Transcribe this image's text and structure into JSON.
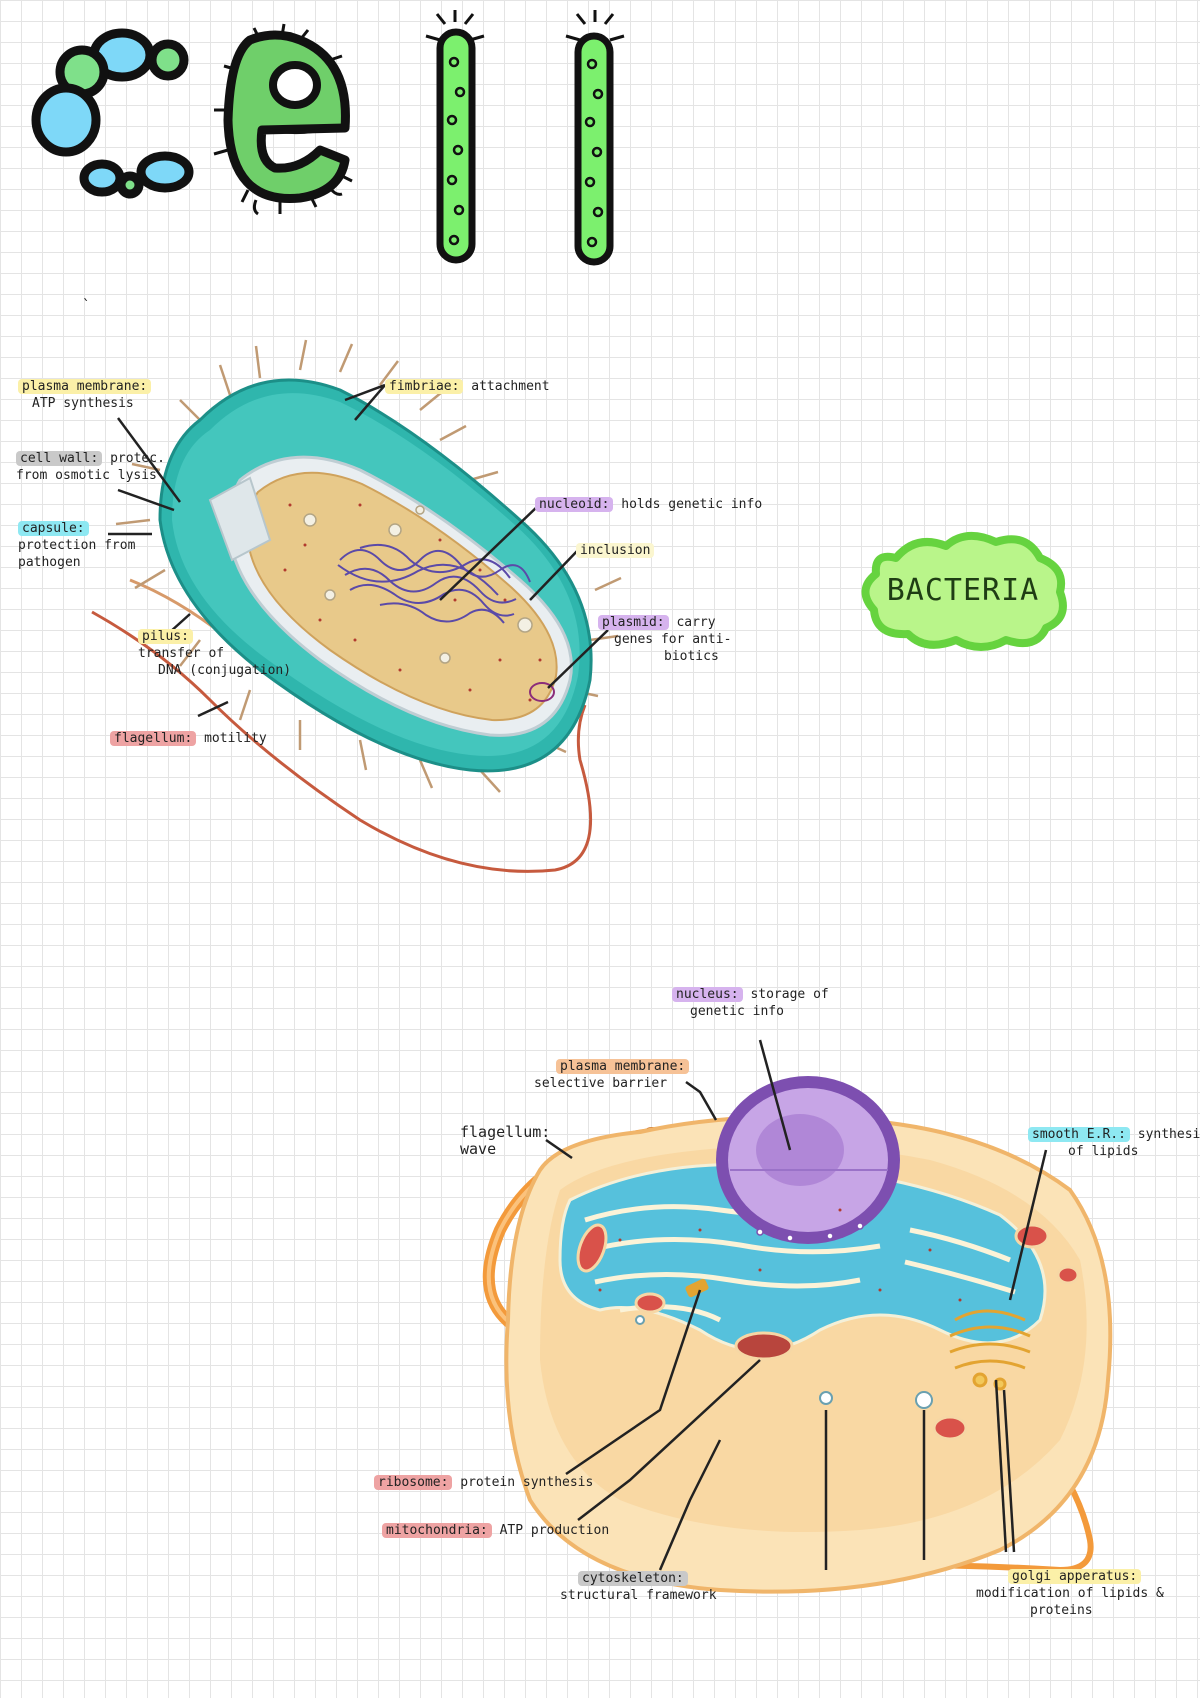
{
  "title": {
    "text": "cell",
    "colors": {
      "blue": "#7ed8f8",
      "green": "#6fcf6a",
      "outline": "#111111"
    }
  },
  "stray_mark": "`",
  "badge": {
    "text": "BACTERIA",
    "color": "#66d33f"
  },
  "bacteria": {
    "labels": {
      "plasma_membrane": {
        "term": "plasma membrane:",
        "desc": "ATP synthesis",
        "highlight": "#fbf0a8"
      },
      "cell_wall": {
        "term": "cell wall:",
        "desc1": "protec.",
        "desc2": "from osmotic lysis",
        "highlight": "#c9c9c9"
      },
      "capsule": {
        "term": "capsule:",
        "desc1": "protection from",
        "desc2": "pathogen",
        "highlight": "#8ee8f2"
      },
      "pilus": {
        "term": "pilus:",
        "desc1": "transfer of",
        "desc2": "DNA (conjugation)",
        "highlight": "#fbf0a8"
      },
      "flagellum": {
        "term": "flagellum:",
        "desc": "motility",
        "highlight": "#eea3a3"
      },
      "fimbriae": {
        "term": "fimbriae:",
        "desc": "attachment",
        "highlight": "#fbf0a8"
      },
      "nucleoid": {
        "term": "nucleoid:",
        "desc": "holds genetic info",
        "highlight": "#d6b3ee"
      },
      "inclusion": {
        "term": "inclusion",
        "highlight": "#fbf6cf"
      },
      "plasmid": {
        "term": "plasmid:",
        "desc1": "carry",
        "desc2": "genes for anti-",
        "desc3": "biotics",
        "highlight": "#d6b3ee"
      }
    }
  },
  "eukaryote": {
    "labels": {
      "nucleus": {
        "term": "nucleus:",
        "desc1": "storage of",
        "desc2": "genetic info",
        "highlight": "#d6b3ee"
      },
      "plasma_membrane": {
        "term": "plasma membrane:",
        "desc": "selective barrier",
        "highlight": "#f6c297"
      },
      "flagellum": {
        "term": "flagellum:",
        "desc": "wave"
      },
      "smooth_er": {
        "term": "smooth E.R.:",
        "desc1": "synthesis",
        "desc2": "of lipids",
        "highlight": "#8ee8f2"
      },
      "ribosome": {
        "term": "ribosome:",
        "desc": "protein synthesis",
        "highlight": "#eea3a3"
      },
      "mitochondria": {
        "term": "mitochondria:",
        "desc": "ATP production",
        "highlight": "#eea3a3"
      },
      "cytoskeleton": {
        "term": "cytoskeleton:",
        "desc": "structural framework",
        "highlight": "#c9c9c9"
      },
      "golgi": {
        "term": "golgi apperatus:",
        "desc1": "modification of lipids &",
        "desc2": "proteins",
        "highlight": "#fbf0a8"
      }
    }
  }
}
